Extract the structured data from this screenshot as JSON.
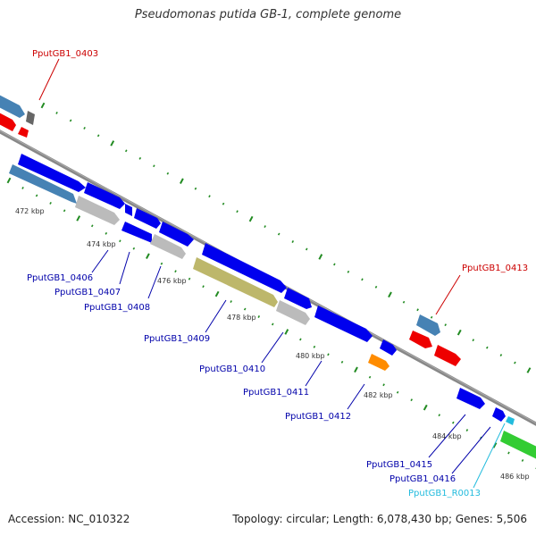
{
  "title": "Pseudomonas putida GB-1, complete genome",
  "footer": {
    "accession": "Accession: NC_010322",
    "summary": "Topology: circular; Length: 6,078,430 bp; Genes: 5,506"
  },
  "scale_labels": [
    "472 kbp",
    "474 kbp",
    "476 kbp",
    "478 kbp",
    "480 kbp",
    "482 kbp",
    "484 kbp",
    "486 kbp"
  ],
  "gene_labels": [
    {
      "text": "PputGB1_0403",
      "color": "#cc0000"
    },
    {
      "text": "PputGB1_0406",
      "color": "#0000aa"
    },
    {
      "text": "PputGB1_0407",
      "color": "#0000aa"
    },
    {
      "text": "PputGB1_0408",
      "color": "#0000aa"
    },
    {
      "text": "PputGB1_0409",
      "color": "#0000aa"
    },
    {
      "text": "PputGB1_0410",
      "color": "#0000aa"
    },
    {
      "text": "PputGB1_0411",
      "color": "#0000aa"
    },
    {
      "text": "PputGB1_0412",
      "color": "#0000aa"
    },
    {
      "text": "PputGB1_0413",
      "color": "#cc0000"
    },
    {
      "text": "PputGB1_0415",
      "color": "#0000aa"
    },
    {
      "text": "PputGB1_0416",
      "color": "#0000aa"
    },
    {
      "text": "PputGB1_R0013",
      "color": "#22bbdd"
    }
  ],
  "colors": {
    "cds_forward": "#0000ee",
    "cds_reverse": "#ee0000",
    "pseudo_gene": "#bbbbbb",
    "gene_steelblue": "#4682b4",
    "gene_khaki": "#bdb76b",
    "gene_orange": "#ff8c00",
    "rrna": "#33cc33",
    "backbone": "#888888",
    "ticks": "#228b22"
  }
}
